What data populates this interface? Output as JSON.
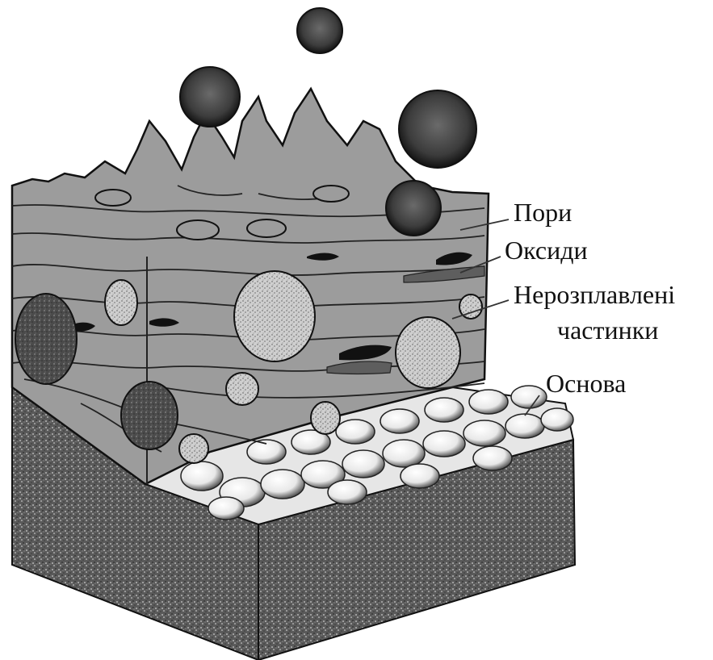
{
  "labels": {
    "pores": "Пори",
    "oxides": "Оксиди",
    "unmelted_line1": "Нерозплавлені",
    "unmelted_line2": "частинки",
    "base": "Основа"
  },
  "colors": {
    "coating": "#9a9a9a",
    "coating_edge": "#1c1c1c",
    "substrate": "#4a4a4a",
    "particle_dark": "#3a3a3a",
    "particle_light": "#d6d6d6",
    "pore": "#111111",
    "background": "#ffffff"
  }
}
